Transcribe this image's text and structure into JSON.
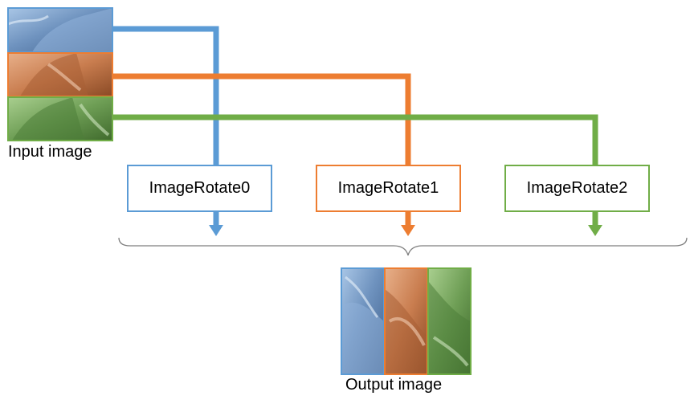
{
  "input": {
    "caption": "Input image",
    "channels": [
      {
        "name": "blue",
        "color": "#5b9bd5"
      },
      {
        "name": "orange",
        "color": "#ed7d31"
      },
      {
        "name": "green",
        "color": "#70ad47"
      }
    ]
  },
  "modules": [
    {
      "label": "ImageRotate0",
      "color": "#5b9bd5"
    },
    {
      "label": "ImageRotate1",
      "color": "#ed7d31"
    },
    {
      "label": "ImageRotate2",
      "color": "#70ad47"
    }
  ],
  "output": {
    "caption": "Output image"
  }
}
